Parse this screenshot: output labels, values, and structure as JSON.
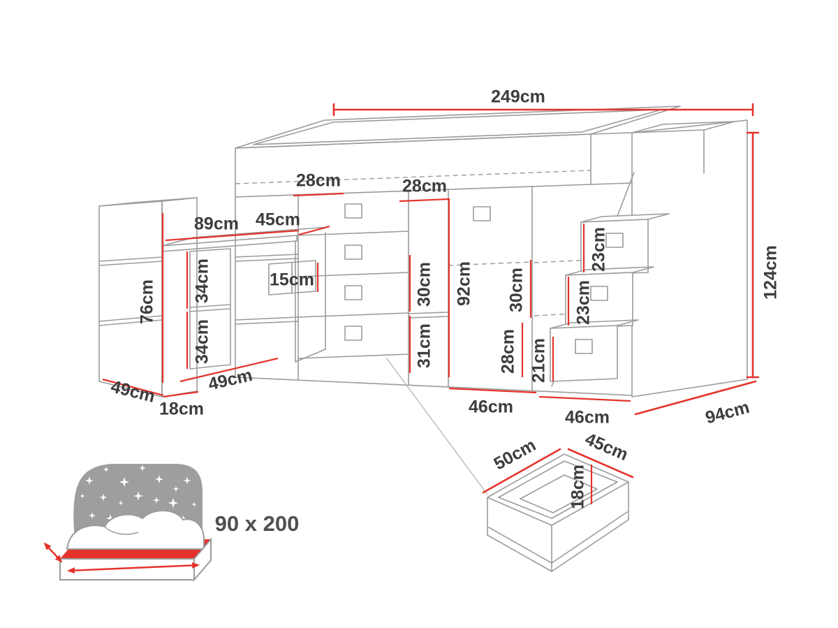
{
  "colors": {
    "dimension_red": "#e5332b",
    "drawing_gray": "#9b9b9b",
    "label_text": "#3d3d3d",
    "mattress_red": "#e5332b",
    "icon_gray": "#9e9e9e"
  },
  "diagram": {
    "dimensions": {
      "total_width": "249cm",
      "total_height": "124cm",
      "shelf_a": "28cm",
      "shelf_b": "28cm",
      "desk_width": "89cm",
      "desk_depth_top": "45cm",
      "bookcase_height": "76cm",
      "shelf_gap_upper": "34cm",
      "shelf_gap_lower": "34cm",
      "riser": "15cm",
      "cubby_upper": "30cm",
      "cubby_lower": "31cm",
      "door_height": "92cm",
      "stair_cubby_upper": "30cm",
      "stair_cubby_lower": "28cm",
      "step_drawer_top": "23cm",
      "step_drawer_middle": "23cm",
      "step_drawer_bottom": "21cm",
      "bookcase_depth": "49cm",
      "bookcase_width": "18cm",
      "desk_depth_bottom": "49cm",
      "base_width_left": "46cm",
      "base_width_right": "46cm",
      "side_depth": "94cm",
      "drawer_width": "50cm",
      "drawer_depth": "45cm",
      "drawer_height": "18cm"
    }
  },
  "bed_icon": {
    "size_label": "90 x 200"
  }
}
